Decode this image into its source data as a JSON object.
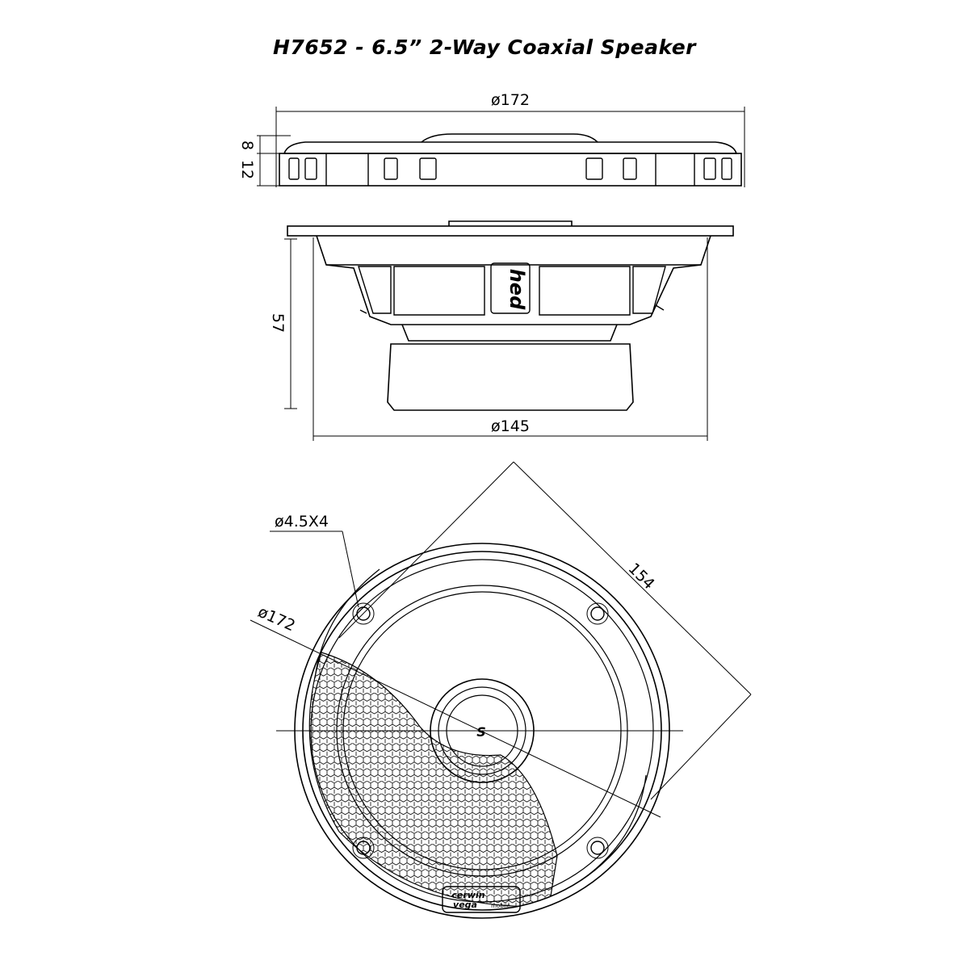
{
  "title": "H7652 - 6.5” 2-Way Coaxial Speaker",
  "dimensions": {
    "top_diameter": "ø172",
    "height_upper": "8",
    "height_lower": "12",
    "depth": "57",
    "basket_diameter": "ø145",
    "holes": "ø4.5X4",
    "hole_spacing": "154",
    "front_diameter": "ø172"
  },
  "labels": {
    "side_logo": "hed",
    "grille_logo_line1": "cerwin",
    "grille_logo_line2": "vega",
    "grille_logo_line3": "mobile",
    "tweeter_logo": "S"
  },
  "colors": {
    "line": "#000000",
    "background": "#ffffff"
  }
}
